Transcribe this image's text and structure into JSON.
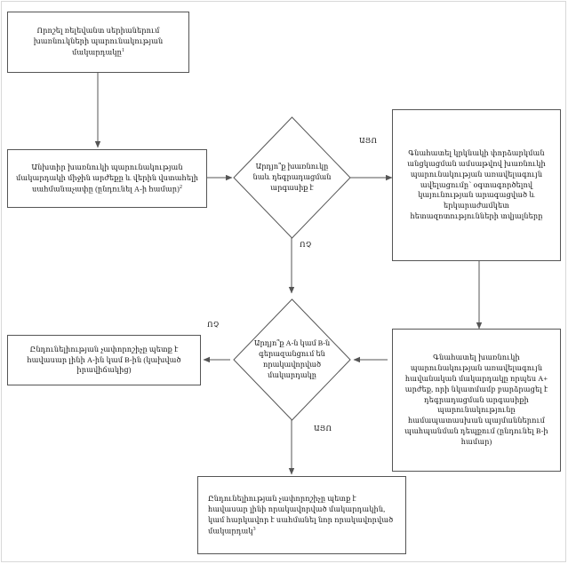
{
  "diagram": {
    "title_semantic": "impurity-qualification-decision-tree",
    "language": "hy",
    "line_color": "#555555",
    "box_border_color": "#555555",
    "background": "#ffffff",
    "outer_frame_color": "#d8d8d8"
  },
  "nodes": {
    "start": {
      "id": "n1",
      "shape": "rectangle",
      "text": "Որոշել ռելեվանտ սերիաներում խառնուկների պարունակության մակարդակը",
      "footnote": "1"
    },
    "identify": {
      "id": "n2",
      "shape": "rectangle",
      "text": "Անխտիր խառնուկի պարունակության մակարդակի միջին արժեքը և վերին վստահելի սահմանաչափը (ընդունել A-ի համար)",
      "footnote": "2"
    },
    "decision_degradation": {
      "id": "d1",
      "shape": "diamond",
      "text": "Արդյո՞ք խառնուկը նաև դեգրադացման արգասիք է"
    },
    "estimate_retest": {
      "id": "n3",
      "shape": "rectangle",
      "text": "Գնահատել կրկնակի փորձարկման անցկացման ամսաթվով խառնուկի պարունակության առավելագույն ավելացումը՝ օգտագործելով կայունության արագացված և երկարաժամկետ հետազոտությունների տվյալները"
    },
    "estimate_b": {
      "id": "n4",
      "shape": "rectangle",
      "text": "Գնահատել խառնուկի պարունակության առավելագույն հավանական մակարդակը որպես A+ արժեք, որի նկատմամբ բարձրացել է դեգրադացման արգասիքի պարունակությունը համապատասխան պայմաններում պահպանման դեպքում (ընդունել B-ի համար)"
    },
    "decision_qualified": {
      "id": "d2",
      "shape": "diamond",
      "text": "Արդյո՞ք A-ն կամ B-ն գերազանցում են որակավորված մակարդակը"
    },
    "criterion_ab": {
      "id": "n5",
      "shape": "rectangle",
      "text": "Ընդունելիության չափորոշիչը պետք է հավասար լինի A-ին կամ B-ին (կախված իրավիճակից)"
    },
    "criterion_qualified": {
      "id": "n6",
      "shape": "rectangle",
      "text": "Ընդունելիության չափորոշիչը պետք է հավասար լինի որակավորված մակարդակին, կամ հարկավոր է սահմանել նոր որակավորված մակարդակ",
      "footnote": "3"
    }
  },
  "edge_labels": {
    "yes_to_retest": "ԱՅՈ",
    "no_to_qualified": "ՈՉ",
    "no_to_criterion_ab": "ՈՉ",
    "yes_to_criterion_qualified": "ԱՅՈ"
  }
}
